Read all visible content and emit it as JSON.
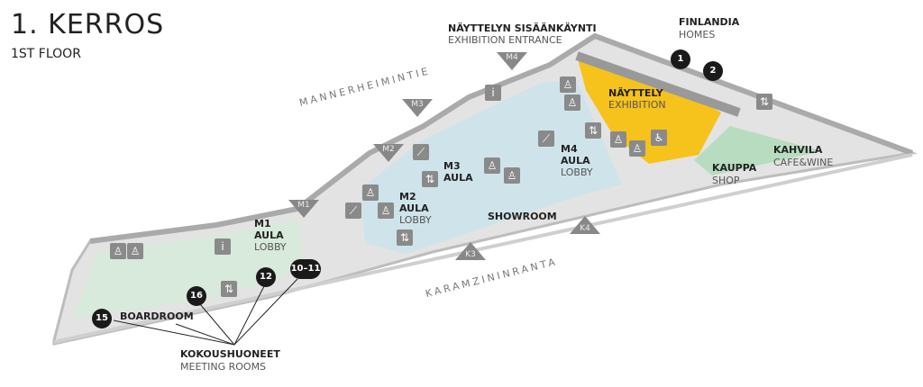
{
  "header": {
    "title": "1. KERROS",
    "subtitle": "1ST FLOOR"
  },
  "streets": {
    "north": "MANNERHEIMINTIE",
    "south": "KARAMZININRANTA"
  },
  "labels": {
    "entrance_fi": "NÄYTTELYN SISÄÄNKÄYNTI",
    "entrance_en": "EXHIBITION ENTRANCE",
    "finlandia_fi": "FINLANDIA",
    "finlandia_en": "HOMES",
    "exhibition_fi": "NÄYTTELY",
    "exhibition_en": "EXHIBITION",
    "m4_a": "M4",
    "m4_b": "AULA",
    "m4_c": "LOBBY",
    "m3_a": "M3",
    "m3_b": "AULA",
    "m2_a": "M2",
    "m2_b": "AULA",
    "m2_c": "LOBBY",
    "m1_a": "M1",
    "m1_b": "AULA",
    "m1_c": "LOBBY",
    "showroom": "SHOWROOM",
    "shop_fi": "KAUPPA",
    "shop_en": "SHOP",
    "cafe_fi": "KAHVILA",
    "cafe_en": "CAFE&WINE",
    "boardroom": "BOARDROOM",
    "meeting_fi": "KOKOUSHUONEET",
    "meeting_en": "MEETING ROOMS"
  },
  "entrances": {
    "m1": "M1",
    "m2": "M2",
    "m3": "M3",
    "m4": "M4",
    "k3": "K3",
    "k4": "K4"
  },
  "rooms": {
    "r1": "1",
    "r2": "2",
    "r10": "10–11",
    "r12": "12",
    "r15": "15",
    "r16": "16"
  },
  "colors": {
    "exhibition": "#f6c21c",
    "lobby": "#cfe3ea",
    "green": "#cfe6d4",
    "floor": "#e3e3e3",
    "walls": "#bdbdbd"
  }
}
